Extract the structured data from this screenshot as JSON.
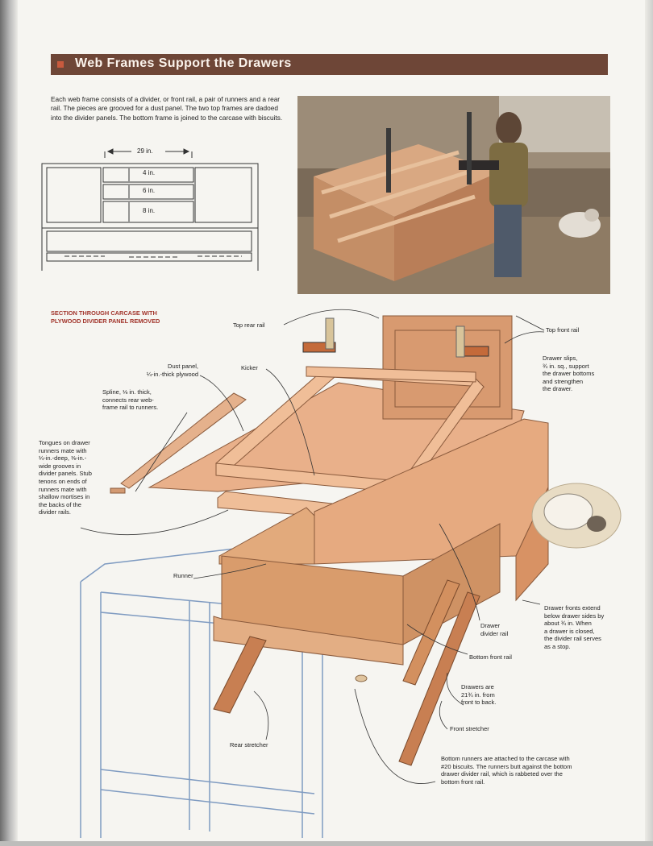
{
  "header": {
    "title": "Web Frames Support the Drawers"
  },
  "intro": {
    "text": "Each web frame consists of a divider, or front rail, a pair of runners and a rear rail. The pieces are grooved for a dust panel. The two top frames are dadoed into the divider panels. The bottom frame is joined to the carcase with biscuits."
  },
  "dimensions": {
    "width": "29 in.",
    "drawer1": "4 in.",
    "drawer2": "6 in.",
    "drawer3": "8 in."
  },
  "section": {
    "title_line1": "SECTION THROUGH CARCASE WITH",
    "title_line2": "PLYWOOD DIVIDER PANEL REMOVED"
  },
  "labels": {
    "top_rear_rail": "Top rear rail",
    "top_front_rail": "Top front rail",
    "kicker": "Kicker",
    "dust_panel_l1": "Dust panel,",
    "dust_panel_l2": "¼-in.-thick plywood",
    "spline_l1": "Spline, ⅛ in. thick,",
    "spline_l2": "connects rear web-",
    "spline_l3": "frame rail to runners.",
    "drawer_slips_l1": "Drawer slips,",
    "drawer_slips_l2": "¾ in. sq., support",
    "drawer_slips_l3": "the drawer bottoms",
    "drawer_slips_l4": "and strengthen",
    "drawer_slips_l5": "the drawer.",
    "tongues_l1": "Tongues on drawer",
    "tongues_l2": "runners mate with",
    "tongues_l3": "¼-in.-deep, ⅜-in.-",
    "tongues_l4": "wide grooves in",
    "tongues_l5": "divider panels. Stub",
    "tongues_l6": "tenons on ends of",
    "tongues_l7": "runners mate with",
    "tongues_l8": "shallow mortises in",
    "tongues_l9": "the backs of the",
    "tongues_l10": "divider rails.",
    "runner": "Runner",
    "drawer_divider_rail_l1": "Drawer",
    "drawer_divider_rail_l2": "divider rail",
    "drawer_fronts_l1": "Drawer fronts extend",
    "drawer_fronts_l2": "below drawer sides by",
    "drawer_fronts_l3": "about ¾ in. When",
    "drawer_fronts_l4": "a drawer is closed,",
    "drawer_fronts_l5": "the divider rail serves",
    "drawer_fronts_l6": "as a stop.",
    "bottom_front_rail": "Bottom front rail",
    "drawers_len_l1": "Drawers are",
    "drawers_len_l2": "21¾ in. from",
    "drawers_len_l3": "front to back.",
    "front_stretcher": "Front stretcher",
    "rear_stretcher": "Rear stretcher",
    "bottom_runners_l1": "Bottom runners are attached to the carcase with",
    "bottom_runners_l2": "#20 biscuits. The runners butt against the bottom",
    "bottom_runners_l3": "drawer divider rail, which is rabbeted over the",
    "bottom_runners_l4": "bottom front rail."
  },
  "colors": {
    "title_bar": "#6e4637",
    "accent": "#c85a3e",
    "section_head": "#a2352c"
  }
}
